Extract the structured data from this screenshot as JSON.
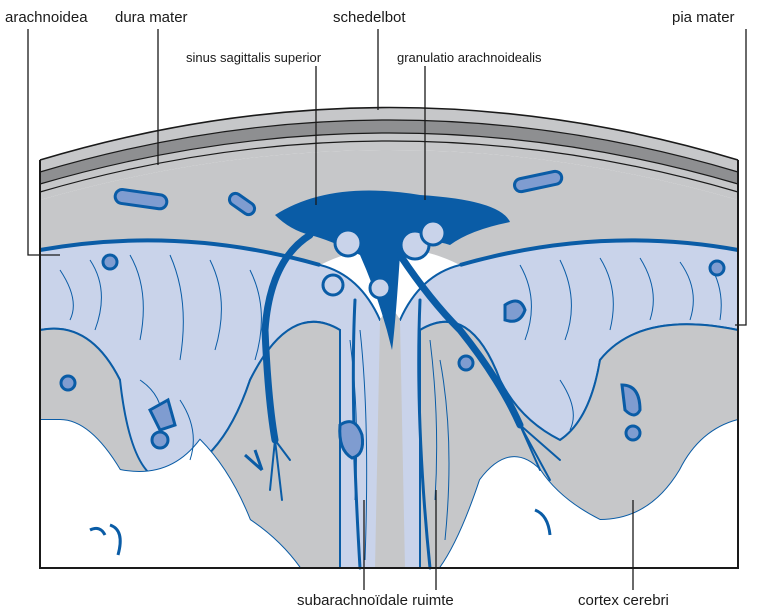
{
  "labels": {
    "arachnoidea": "arachnoidea",
    "dura_mater": "dura mater",
    "schedelbot": "schedelbot",
    "pia_mater": "pia mater",
    "sinus": "sinus sagittalis superior",
    "granulatio": "granulatio arachnoidealis",
    "subarachnoid": "subarachnoïdale ruimte",
    "cortex": "cortex cerebri"
  },
  "colors": {
    "blue": "#0a5ca6",
    "light_blue": "#c9d3ea",
    "gray": "#c6c7c9",
    "dark_gray": "#8e8f91",
    "outline": "#1a1a1a"
  }
}
